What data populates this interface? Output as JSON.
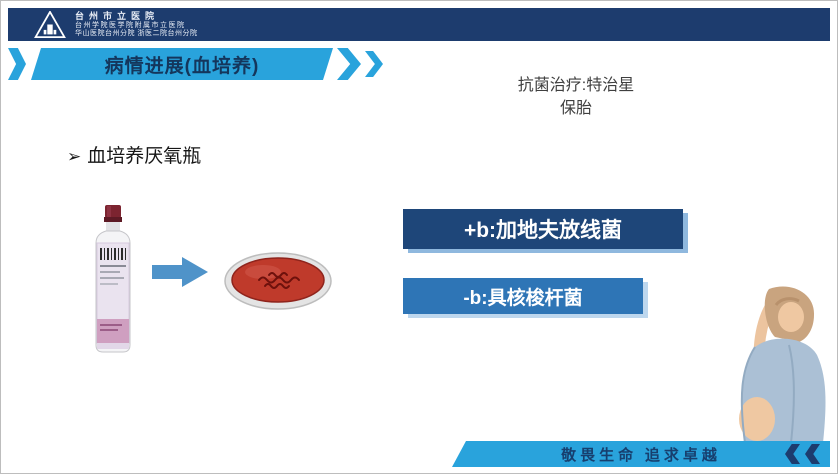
{
  "header": {
    "line1": "台州市立医院",
    "line2": "台州学院医学院附属市立医院",
    "line3": "华山医院台州分院 浙医二院台州分院"
  },
  "title_banner": {
    "label": "病情进展(血培养)"
  },
  "note": {
    "line1": "抗菌治疗:特治星",
    "line2": "保胎"
  },
  "bullet": {
    "marker": "➢",
    "text": "血培养厌氧瓶"
  },
  "results": [
    {
      "label": "+b:加地夫放线菌"
    },
    {
      "label": "-b:具核梭杆菌"
    }
  ],
  "footer": {
    "slogan": "敬畏生命 追求卓越"
  },
  "colors": {
    "header_bg": "#1d3c6e",
    "banner_blue": "#29a3dc",
    "result_box1_bg": "#1e4679",
    "result_box2_bg": "#2e75b6",
    "title_text": "#14365c",
    "footer_text": "#173f6e"
  }
}
